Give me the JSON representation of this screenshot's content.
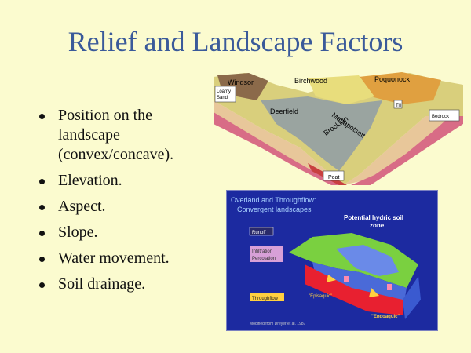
{
  "slide": {
    "title": "Relief and Landscape Factors",
    "bullets": [
      "Position on the landscape (convex/concave).",
      "Elevation.",
      "Aspect.",
      "Slope.",
      "Water movement.",
      "Soil drainage."
    ]
  },
  "figure_landscape": {
    "labels": {
      "windsor": "Windsor",
      "birchwood": "Birchwood",
      "poquonock": "Poquonock",
      "deerfield": "Deerfield",
      "merrimac": "Matfapotsett",
      "brockton": "Brockton",
      "peat": "Peat",
      "loamy": "Loamy",
      "sand": "Sand",
      "till": "Till",
      "bedrock": "Bedrock"
    }
  },
  "figure_flow": {
    "title_line1": "Overland and Throughflow:",
    "title_line2": "Convergent landscapes",
    "hydric_line1": "Potential hydric soil",
    "hydric_line2": "zone",
    "runoff": "Runoff",
    "infiltration_line1": "Infiltration",
    "infiltration_line2": "Percolation",
    "throughflow": "Throughflow",
    "episaquic": "\"Episaquic\"",
    "endoaquic": "\"Endoaquic\"",
    "credit": "Modified from Dreyer et al. 1987"
  }
}
